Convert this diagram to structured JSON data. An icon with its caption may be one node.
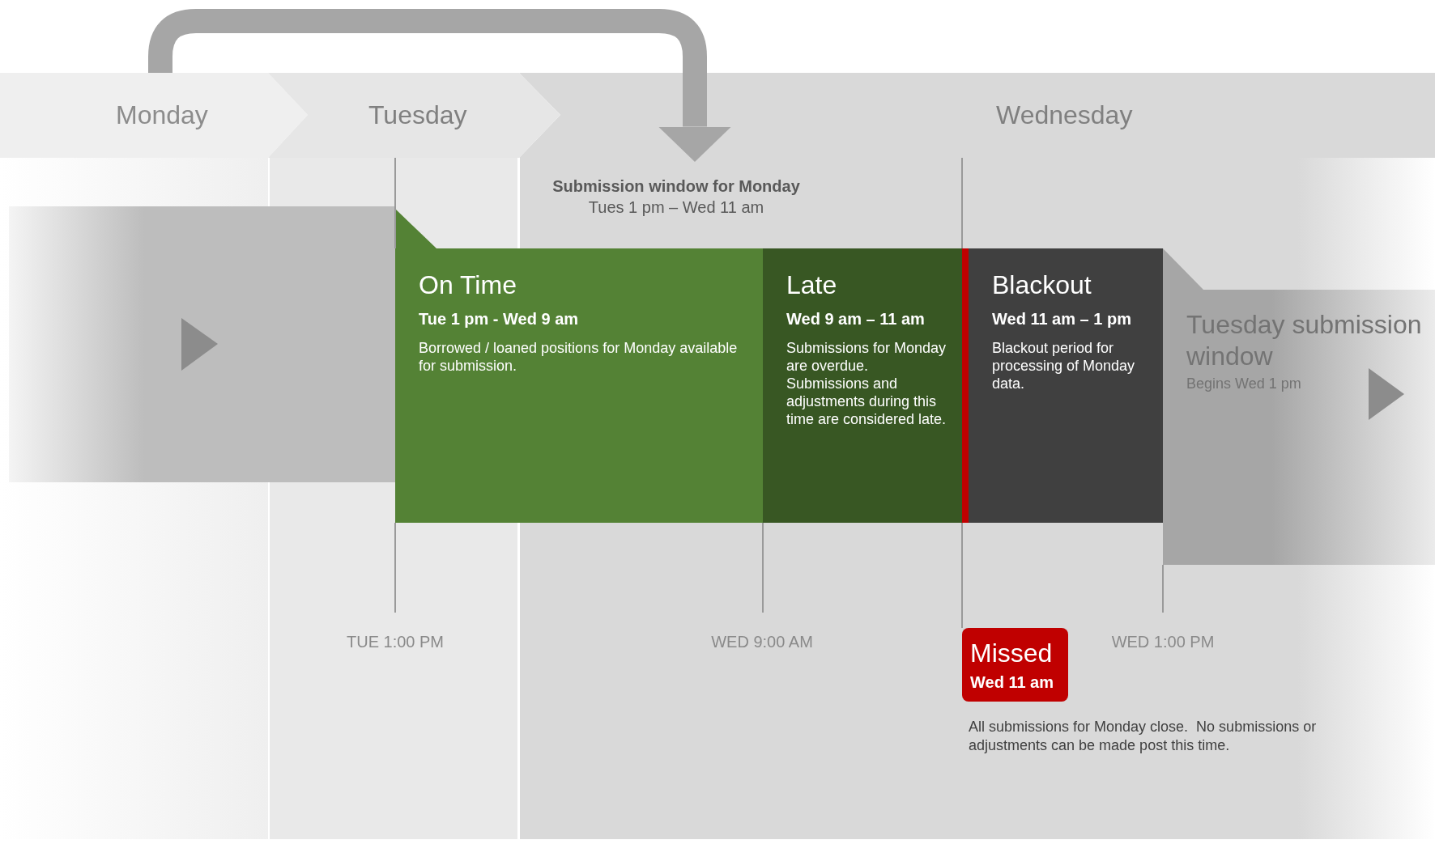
{
  "diagram": {
    "nodes": [
      {
        "text": [
          "Monday"
        ]
      },
      {
        "text": [
          "Tuesday"
        ]
      },
      {
        "text": [
          "Wednesday"
        ]
      },
      {
        "text": [
          "Submission window for Monday",
          "Tues 1 pm – Wed 11 am"
        ]
      },
      {
        "text": [
          "On Time",
          "Tue 1 pm - Wed 9 am",
          "Borrowed / loaned positions for Monday available for submission."
        ]
      },
      {
        "text": [
          "Late",
          "Wed 9 am – 11 am",
          "Submissions for Monday are overdue. Submissions and adjustments during this time are considered late."
        ]
      },
      {
        "text": [
          "Blackout",
          "Wed 11 am – 1 pm",
          "Blackout period for processing of Monday data."
        ]
      },
      {
        "text": [
          "Tuesday submission window",
          "Begins Wed 1 pm"
        ]
      },
      {
        "text": [
          "Missed",
          "Wed 11 am"
        ],
        "beside": [
          "All submissions for Monday close.  No submissions or adjustments can be made post this time."
        ]
      }
    ],
    "edges": [
      {
        "from": 0,
        "to": 3,
        "arrow": "to"
      }
    ],
    "labels": [
      "TUE 1:00 PM",
      "WED 9:00 AM",
      "WED 1:00 PM"
    ]
  }
}
